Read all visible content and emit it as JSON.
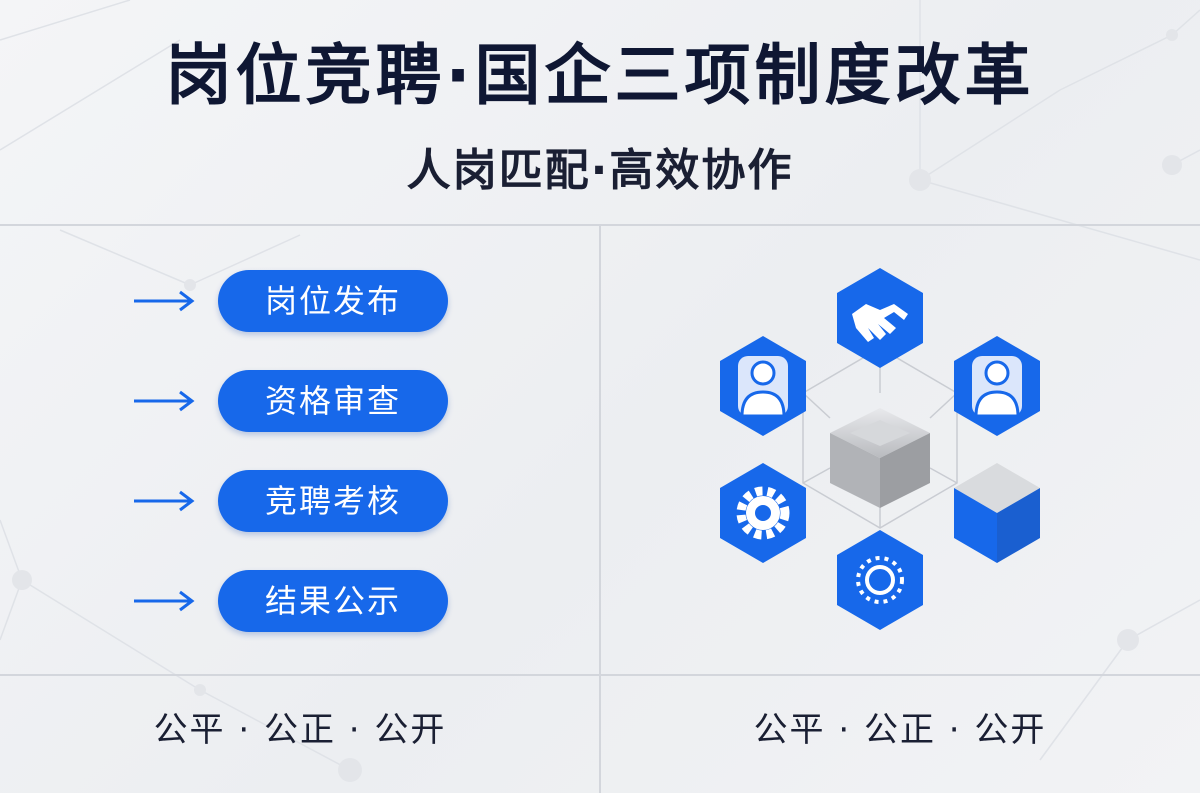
{
  "header": {
    "title": "岗位竞聘·国企三项制度改革",
    "subtitle": "人岗匹配·高效协作"
  },
  "steps": [
    {
      "label": "岗位发布"
    },
    {
      "label": "资格审查"
    },
    {
      "label": "竞聘考核"
    },
    {
      "label": "结果公示"
    }
  ],
  "footer": {
    "left": "公平 · 公正 · 公开",
    "right": "公平 · 公正 · 公开"
  },
  "diagram": {
    "nodes": [
      {
        "icon": "handshake-icon"
      },
      {
        "icon": "person-icon"
      },
      {
        "icon": "person-icon"
      },
      {
        "icon": "gear-icon"
      },
      {
        "icon": "cube-icon"
      },
      {
        "icon": "sun-icon"
      }
    ],
    "center_icon": "open-box-icon"
  },
  "colors": {
    "accent": "#1768ea",
    "title": "#0f1733",
    "divider": "#d3d6dc",
    "box_gray": "#a9abaf"
  }
}
